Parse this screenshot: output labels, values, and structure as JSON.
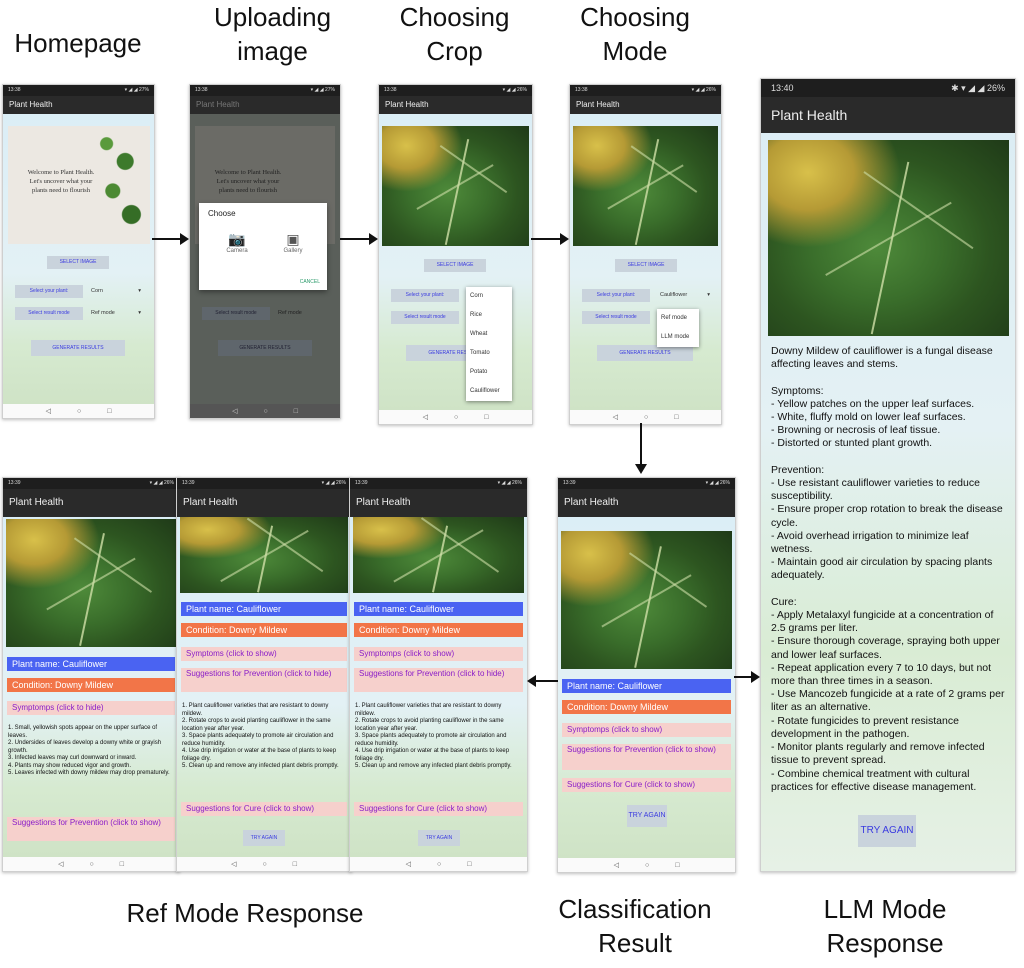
{
  "captions": {
    "homepage": "Homepage",
    "uploading": "Uploading\nimage",
    "choosing_crop": "Choosing\nCrop",
    "choosing_mode": "Choosing\nMode",
    "ref_mode": "Ref Mode Response",
    "classification": "Classification\nResult",
    "llm_mode": "LLM Mode\nResponse"
  },
  "app": {
    "title": "Plant Health",
    "time_small": "13:38",
    "time_small_b": "13:39",
    "time_large": "13:40",
    "battery_large": "26%",
    "battery_small": "26%",
    "battery_home": "27%"
  },
  "homepage": {
    "welcome": "Welcome to Plant Health.\nLet's uncover what your\nplants need to flourish",
    "select_image": "SELECT IMAGE",
    "select_plant": "Select your plant:",
    "plant_value": "Corn",
    "select_mode": "Select result mode",
    "mode_value": "Ref mode",
    "generate": "GENERATE RESULTS"
  },
  "chooser": {
    "title": "Choose",
    "camera": "Camera",
    "gallery": "Gallery",
    "cancel": "CANCEL"
  },
  "crop_menu": [
    "Corn",
    "Rice",
    "Wheat",
    "Tomato",
    "Potato",
    "Cauliflower"
  ],
  "mode_menu": {
    "current": "Cauliflower",
    "items": [
      "Ref mode",
      "LLM mode"
    ]
  },
  "result": {
    "plant_name": "Plant name: Cauliflower",
    "condition": "Condition: Downy Mildew",
    "symptoms_show": "Symptoms (click to show)",
    "symptoms_hide": "Symptomps (click to hide)",
    "symptoms_show_b": "Symptomps (click to show)",
    "prevention_show": "Suggestions for Prevention (click to show)",
    "prevention_hide": "Suggestions for Prevention (click to hide)",
    "cure_show": "Suggestions for Cure (click to show)",
    "try_again": "TRY AGAIN",
    "symptoms_text": "1. Small, yellowish spots appear on the upper surface of leaves.\n2. Undersides of leaves develop a downy white or grayish growth.\n3. Infected leaves may curl downward or inward.\n4. Plants may show reduced vigor and growth.\n5. Leaves infected with downy mildew may drop prematurely.",
    "prevention_text": "1. Plant cauliflower varieties that are resistant to downy mildew.\n2. Rotate crops to avoid planting cauliflower in the same location year after year.\n3. Space plants adequately to promote air circulation and reduce humidity.\n4. Use drip irrigation or water at the base of plants to keep foliage dry.\n5. Clean up and remove any infected plant debris promptly."
  },
  "llm": {
    "text": "Downy Mildew of cauliflower is a fungal disease affecting leaves and stems.\n\nSymptoms:\n- Yellow patches on the upper leaf surfaces.\n- White, fluffy mold on lower leaf surfaces.\n- Browning or necrosis of leaf tissue.\n- Distorted or stunted plant growth.\n\nPrevention:\n- Use resistant cauliflower varieties to reduce susceptibility.\n- Ensure proper crop rotation to break the disease cycle.\n- Avoid overhead irrigation to minimize leaf wetness.\n- Maintain good air circulation by spacing plants adequately.\n\nCure:\n- Apply Metalaxyl fungicide at a concentration of 2.5 grams per liter.\n- Ensure thorough coverage, spraying both upper and lower leaf surfaces.\n- Repeat application every 7 to 10 days, but not more than three times in a season.\n- Use Mancozeb fungicide at a rate of 2 grams per liter as an alternative.\n- Rotate fungicides to prevent resistance development in the pathogen.\n- Monitor plants regularly and remove infected tissue to prevent spread.\n- Combine chemical treatment with cultural practices for effective disease management.",
    "try_again": "TRY AGAIN"
  },
  "nav": {
    "back": "◁",
    "home": "○",
    "recent": "□"
  }
}
